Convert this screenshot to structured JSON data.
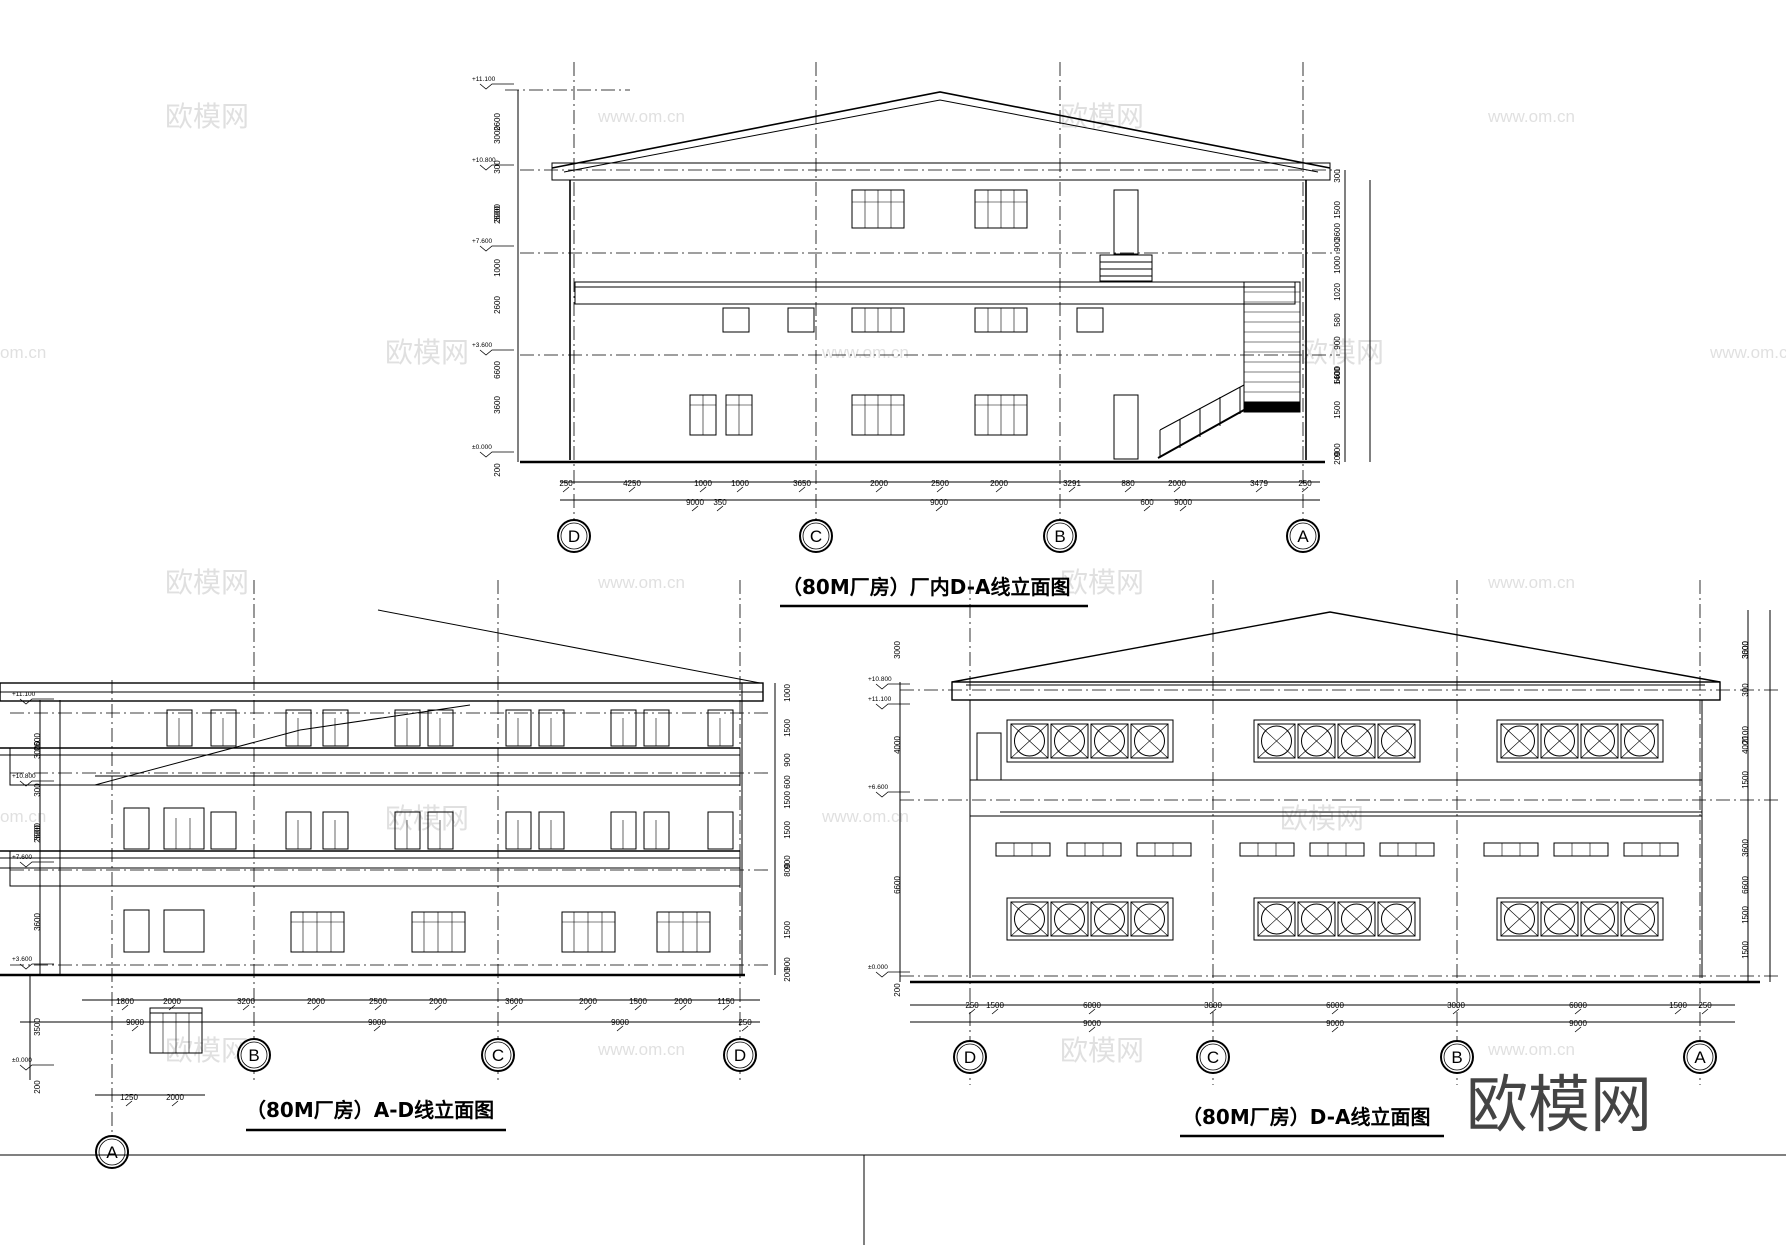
{
  "titles": {
    "top": "（80M厂房）厂内D-A线立面图",
    "left": "（80M厂房）A-D线立面图",
    "right": "（80M厂房）D-A线立面图"
  },
  "logo": "欧模网",
  "watermark": {
    "cn": "欧模网",
    "url": "www.om.cn",
    "url_short": "om.cn"
  },
  "axes": {
    "top": [
      "D",
      "C",
      "B",
      "A"
    ],
    "left": [
      "A",
      "B",
      "C",
      "D"
    ],
    "right": [
      "D",
      "C",
      "B",
      "A"
    ]
  },
  "top_elev": {
    "dims_row1": [
      "250",
      "4250",
      "1000",
      "1000",
      "3650",
      "2000",
      "2500",
      "2000",
      "3291",
      "880",
      "2000",
      "3479",
      "250"
    ],
    "dims_row2": [
      "9000",
      "350",
      "9000",
      "600",
      "9000"
    ],
    "levels": [
      "+11.100",
      "+10.800",
      "+7.600",
      "+3.600",
      "±0.000"
    ],
    "left_dims": [
      "3000",
      "2600",
      "300",
      "3000",
      "2600",
      "1000",
      "2600",
      "6600",
      "3600",
      "200"
    ],
    "right_dims": [
      "300",
      "1500",
      "900",
      "1000",
      "1020",
      "580",
      "900",
      "1400",
      "1500",
      "900",
      "200",
      "3600",
      "6600"
    ]
  },
  "left_elev": {
    "dims_row1": [
      "1800",
      "2000",
      "3200",
      "2000",
      "2500",
      "2000",
      "3600",
      "2000",
      "1500",
      "2000",
      "1150"
    ],
    "dims_row2": [
      "9000",
      "9000",
      "9000",
      "250"
    ],
    "dims_row3": [
      "1250",
      "2000"
    ],
    "levels": [
      "+11.100",
      "+10.800",
      "+7.600",
      "+3.600",
      "±0.000"
    ],
    "left_dims": [
      "3000",
      "2600",
      "300",
      "3000",
      "2600",
      "3600",
      "3500",
      "200"
    ],
    "right_dims": [
      "1000",
      "1500",
      "900",
      "600",
      "1500",
      "1500",
      "900",
      "800",
      "1500",
      "900",
      "200"
    ]
  },
  "right_elev": {
    "dims_row1": [
      "250",
      "1500",
      "6000",
      "3000",
      "6000",
      "3000",
      "6000",
      "1500",
      "250"
    ],
    "dims_row2": [
      "9000",
      "9000",
      "9000"
    ],
    "levels": [
      "+10.800",
      "+11.100",
      "+6.600",
      "±0.000"
    ],
    "left_dims": [
      "3000",
      "4000",
      "6600",
      "200"
    ],
    "right_dims": [
      "3600",
      "300",
      "2100",
      "1500",
      "3600",
      "1500",
      "1500",
      "3000",
      "4000",
      "6600"
    ]
  }
}
